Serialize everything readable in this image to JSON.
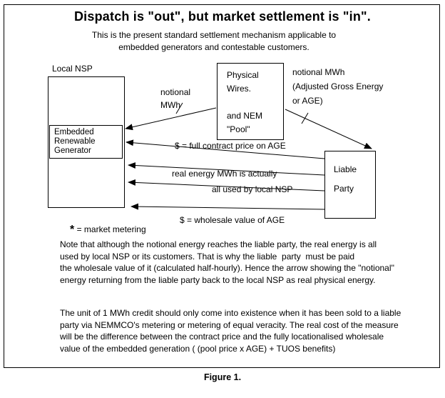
{
  "title": "Dispatch is \"out\",  but market settlement is \"in\".",
  "subtitle": [
    "This is the present standard settlement mechanism applicable to",
    "embedded generators and contestable customers."
  ],
  "diagram": {
    "local_nsp": {
      "label": "Local NSP"
    },
    "generator": {
      "text": "Embedded\nRenewable\nGenerator"
    },
    "pool": {
      "text": "Physical\nWires.\n\nand  NEM\n\"Pool\""
    },
    "liable": {
      "text": "Liable\nParty"
    },
    "labels": {
      "notional_left": "notional\nMWh",
      "notional_right": "notional  MWh\n(Adjusted Gross Energy\nor AGE)",
      "contract": "$ = full contract price on AGE",
      "real_energy_1": "real energy MWh is actually",
      "real_energy_2": "all used by local NSP",
      "wholesale": "$ = wholesale value of AGE",
      "metering_symbol": "*",
      "metering_label": "= market metering"
    }
  },
  "notes": [
    "Note that although the notional energy reaches the liable party, the real energy is all\nused by local NSP or its customers. That is why the liable  party  must be paid\nthe wholesale value of it (calculated half-hourly). Hence the arrow showing the \"notional''\nenergy returning from the liable party back to the local NSP as real physical energy.",
    "The unit of 1 MWh credit should only come into existence when it has been sold to a liable\nparty via NEMMCO's metering or metering of equal veracity. The real cost of the measure\nwill be the difference between the contract price and the fully locationalised wholesale\nvalue of the embedded generation ( (pool price x AGE) + TUOS benefits)"
  ],
  "caption": "Figure 1."
}
